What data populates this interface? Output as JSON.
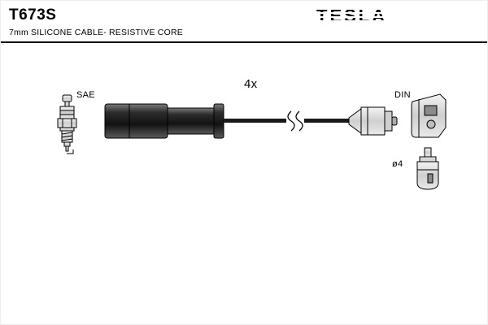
{
  "header": {
    "part_number": "T673S",
    "description": "7mm SILICONE CABLE- RESISTIVE CORE",
    "brand": "TESLA"
  },
  "diagram": {
    "quantity_label": "4x",
    "spark_plug_label": "SAE",
    "din_connector_label": "DIN",
    "terminal_diameter_label": "ø4"
  },
  "colors": {
    "ink": "#000000",
    "background": "#ffffff",
    "boot_dark": "#1a1a1a",
    "metal_light": "#d9d9d9"
  }
}
